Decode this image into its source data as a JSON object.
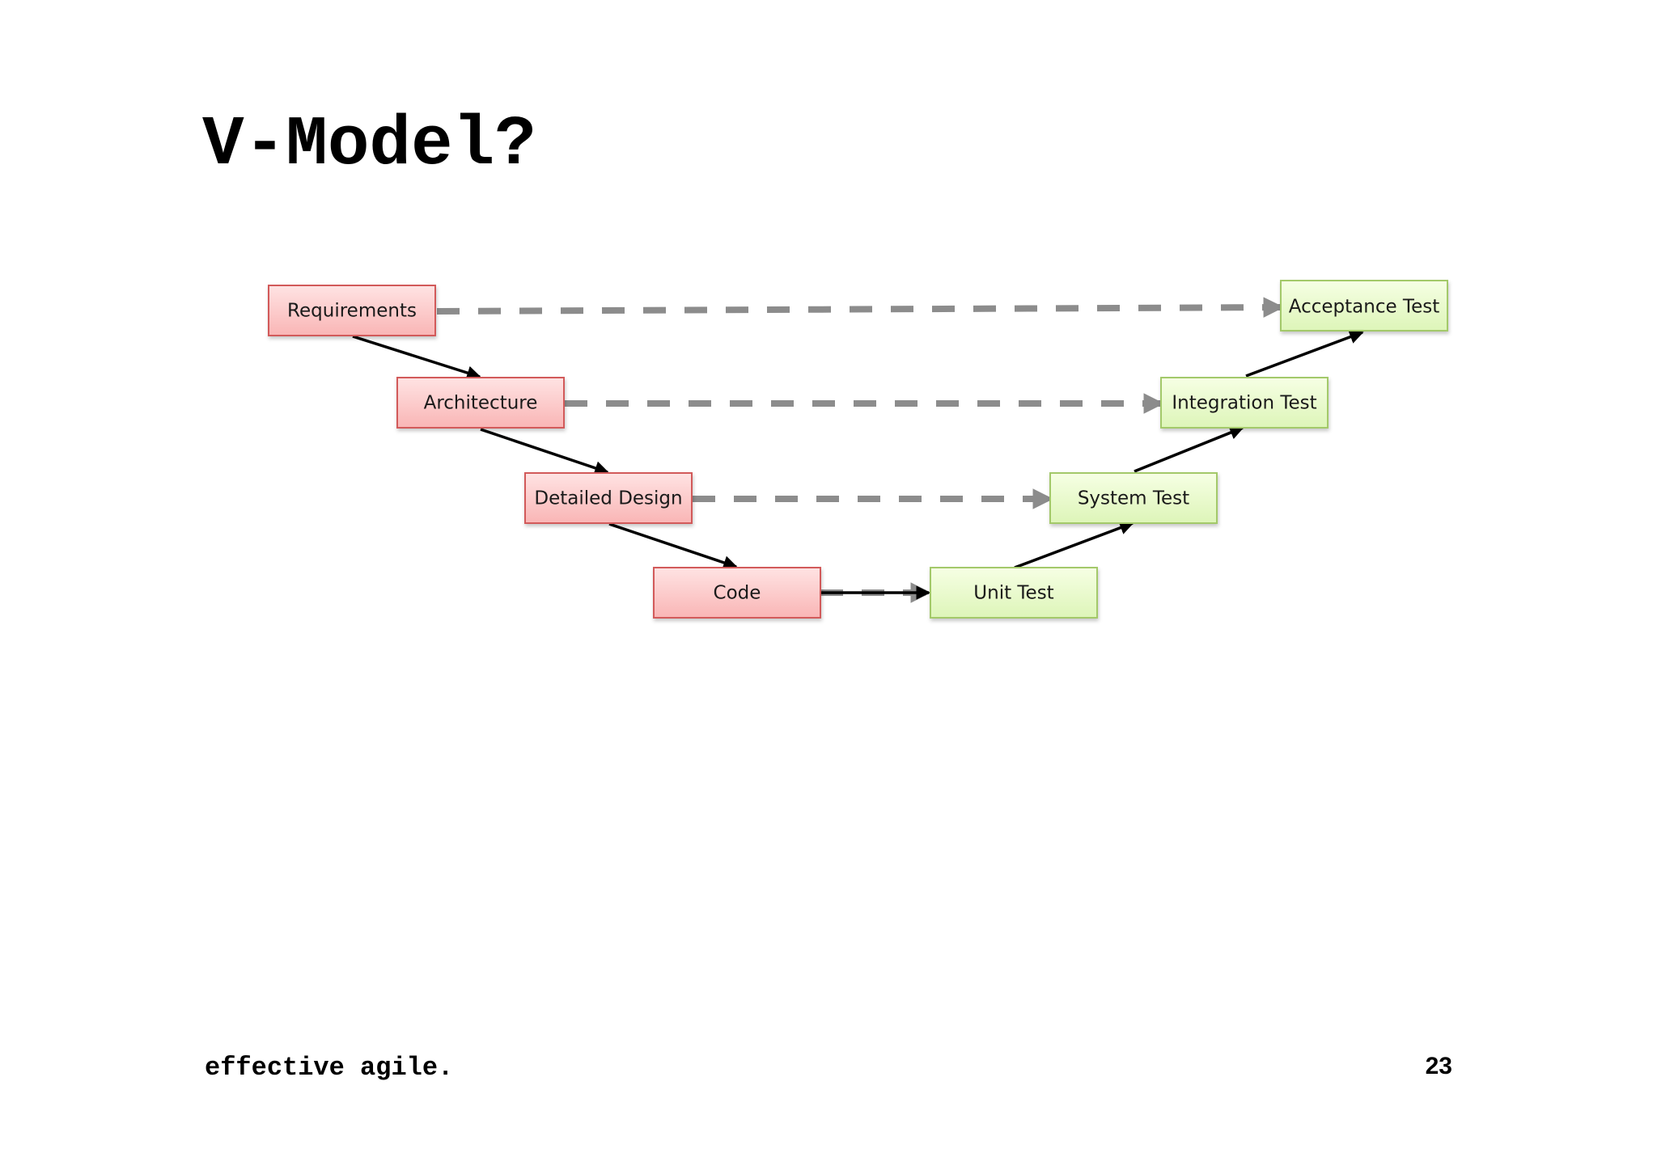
{
  "slide": {
    "title": "V-Model?",
    "footer_brand": "effective agile.",
    "page_number": "23"
  },
  "diagram": {
    "left_boxes": [
      {
        "id": "req",
        "label": "Requirements"
      },
      {
        "id": "arch",
        "label": "Architecture"
      },
      {
        "id": "dd",
        "label": "Detailed Design"
      },
      {
        "id": "code",
        "label": "Code"
      }
    ],
    "right_boxes": [
      {
        "id": "ut",
        "label": "Unit Test"
      },
      {
        "id": "st",
        "label": "System Test"
      },
      {
        "id": "it",
        "label": "Integration Test"
      },
      {
        "id": "at",
        "label": "Acceptance Test"
      }
    ],
    "colors": {
      "left_fill_top": "#ffe3e3",
      "left_fill_bottom": "#f9b5b5",
      "left_stroke": "#d25a5a",
      "right_fill_top": "#f6ffe4",
      "right_fill_bottom": "#ddf5b8",
      "right_stroke": "#a3c96b",
      "solid_arrow": "#000000",
      "dashed_arrow": "#8c8c8c"
    }
  }
}
